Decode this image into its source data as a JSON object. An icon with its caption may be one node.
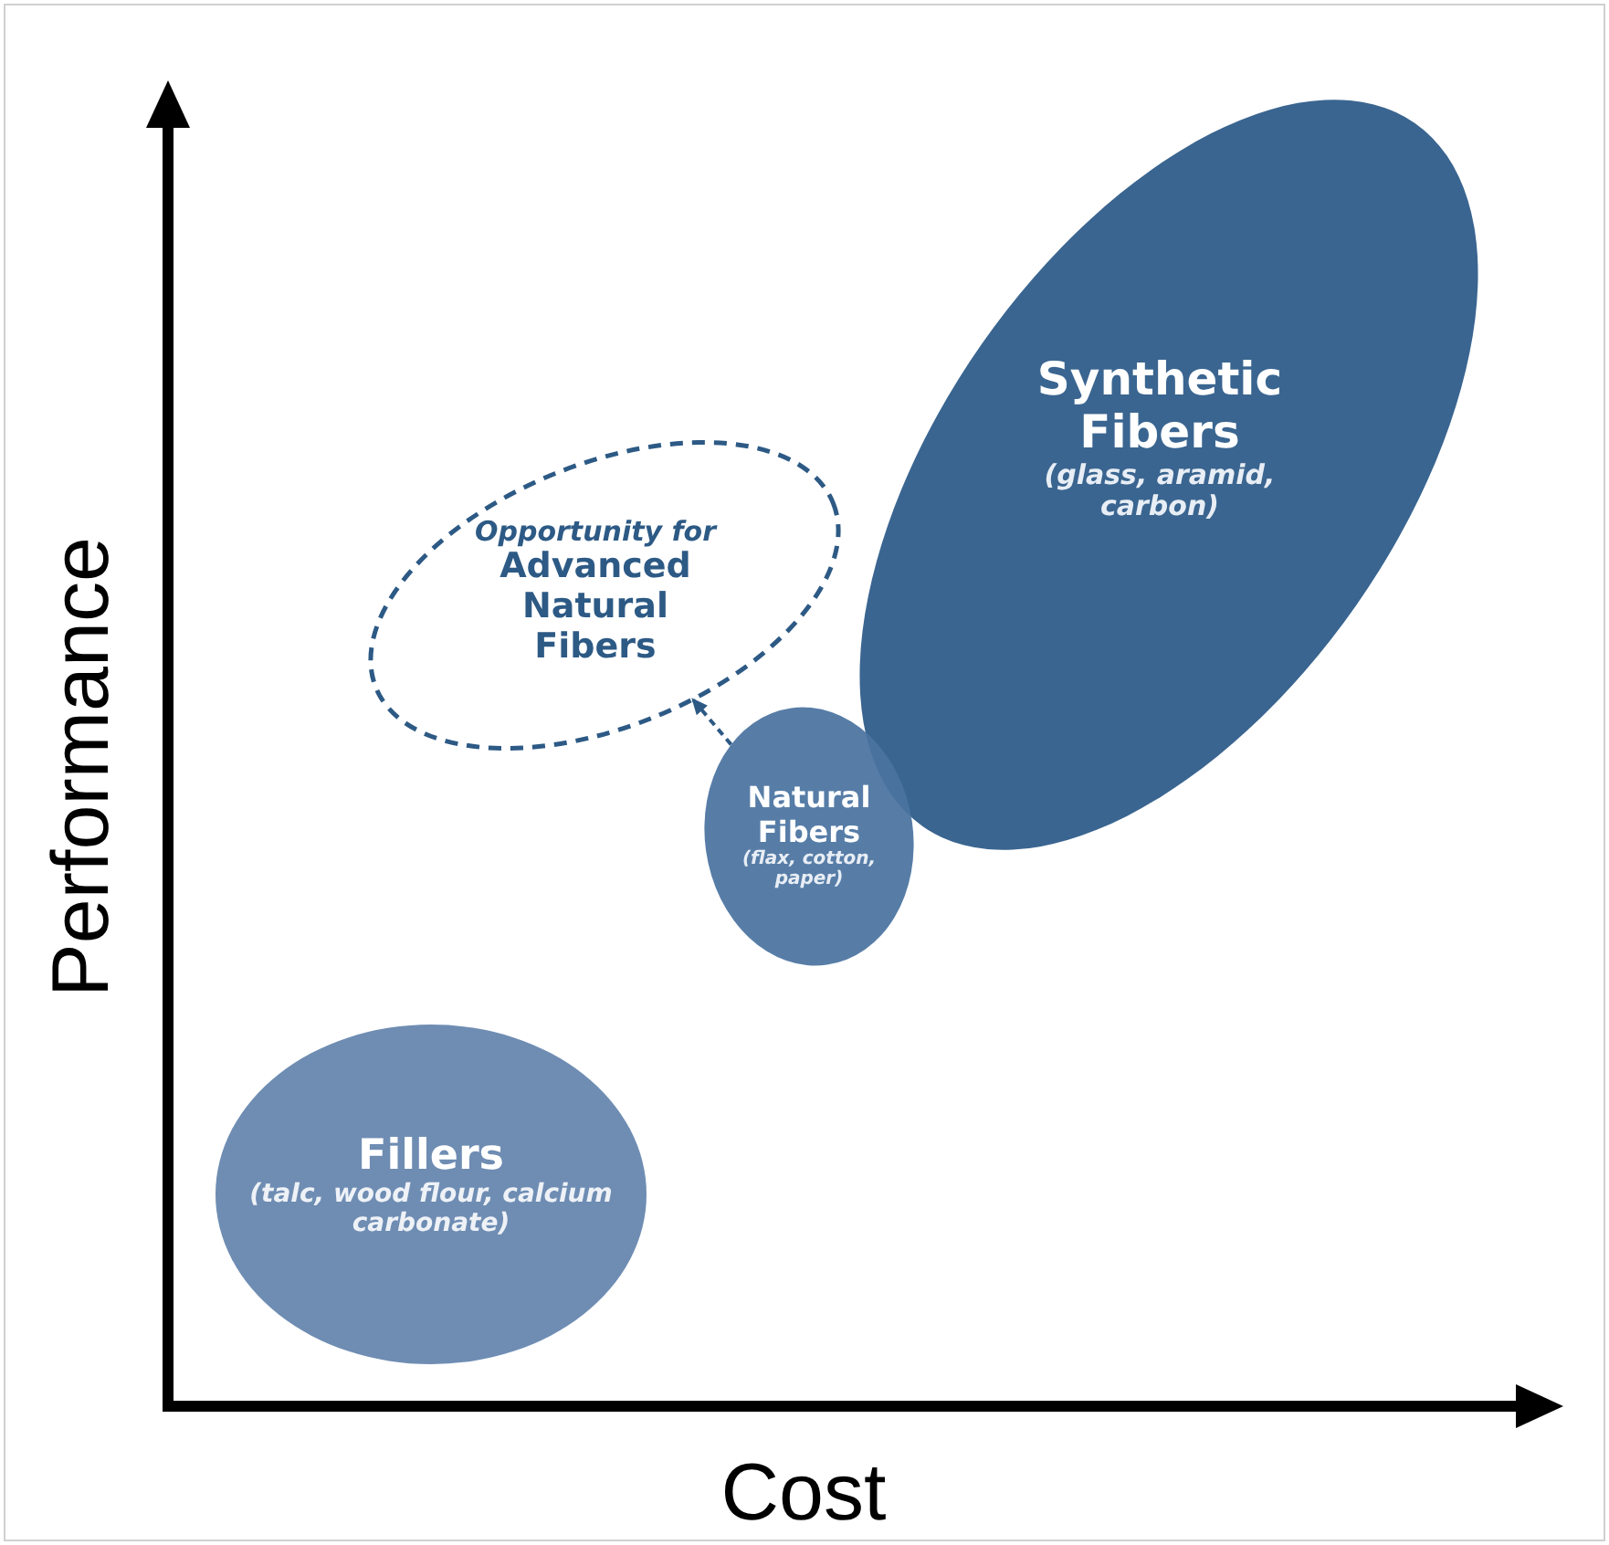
{
  "diagram": {
    "nodes": [
      {
        "text": [
          "Synthetic Fibers",
          "(glass, aramid, carbon)"
        ]
      },
      {
        "text": [
          "Opportunity for",
          "Advanced Natural Fibers"
        ]
      },
      {
        "text": [
          "Natural Fibers",
          "(flax, cotton, paper)"
        ]
      },
      {
        "text": [
          "Fillers",
          "(talc, wood flour, calcium carbonate)"
        ]
      }
    ],
    "edges": [
      {
        "from": 2,
        "to": 1,
        "arrow": "to",
        "style": "dashed"
      }
    ],
    "labels": [
      "Performance",
      "Cost"
    ]
  }
}
